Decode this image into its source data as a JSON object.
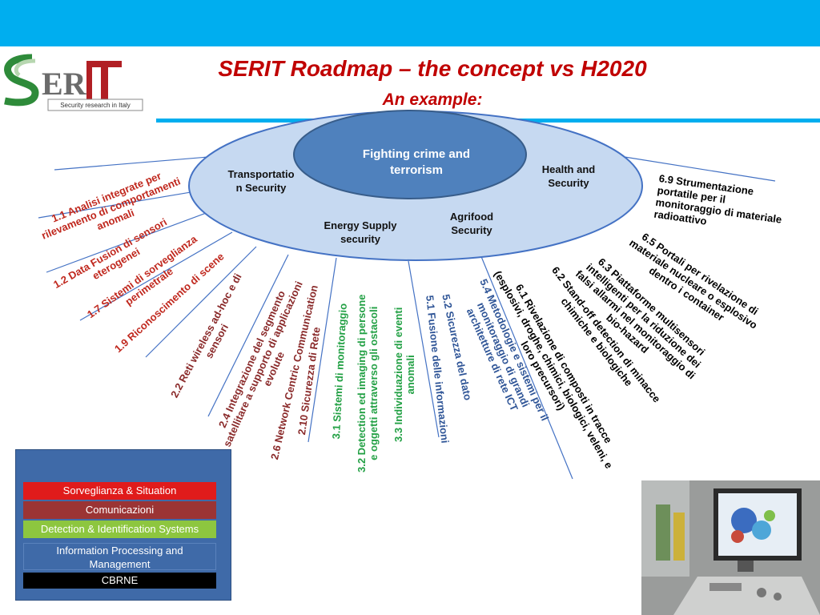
{
  "header": {
    "title": "SERIT Roadmap – the concept vs H2020",
    "subtitle": "An example:"
  },
  "logo": {
    "tagline": "Security research in Italy",
    "letters": "SERIT"
  },
  "colors": {
    "top_bar": "#00aeef",
    "ellipse_fill": "#c6d9f1",
    "ellipse_stroke": "#4472c4",
    "center_fill": "#4f81bd",
    "title_red": "#c00000"
  },
  "diagram": {
    "center": "Fighting crime and terrorism",
    "sectors": {
      "transportation": "Transportatio\nn Security",
      "health": "Health and\nSecurity",
      "energy": "Energy Supply\nsecurity",
      "agrifood": "Agrifood\nSecurity"
    },
    "labels": {
      "l11": "1.1 Analisi integrate per\nrilevamento di comportamenti\nanomali",
      "l12": "1.2 Data Fusion di sensori\neterogenei",
      "l17": "1.7 Sistemi di sorveglianza\nperimetrale",
      "l19": "1.9 Riconoscimento di scene",
      "l22": "2.2 Reti wireless ad-hoc e di\nsensori",
      "l24": "2.4 Integrazione del segmento\nsatellitare a supporto di applicazioni\nevolute",
      "l26": "2.6 Network Centric Communication",
      "l210": "2.10 Sicurezza di Rete",
      "l31": "3.1 Sistemi di monitoraggio",
      "l32": "3.2 Detection ed imaging di persone\ne oggetti attraverso gli ostacoli",
      "l33": "3.3 Individuazione di eventi\nanomali",
      "l51": "5.1 Fusione delle informazioni",
      "l52": "5.2 Sicurezza del dato",
      "l54": "5.4 Metodologie e sistemi per il\nmonitoraggio di grandi\narchitetture di rete ICT",
      "l61": "6.1 Rivelazione di composti in tracce\n(esplosivi, droghe, chimici, biologici, veleni, e\nloro precursori)",
      "l62": "6.2 Stand-off detection di minacce\nchimiche e biologiche",
      "l63": "6.3 Piattaforme multisensori\nintelligenti per la riduzione dei\nfalsi allarmi nel monitoraggio di\nbio-hazard",
      "l65": "6.5 Portali per rivelazione di\nmateriale nucleare o esplosivo\ndentro i container",
      "l69": "6.9 Strumentazione\nportatile per il\nmonitoraggio di materiale\nradioattivo"
    }
  },
  "legend": {
    "items": [
      {
        "label": "Sorveglianza & Situation",
        "color": "#e01b1b"
      },
      {
        "label": "Comunicazioni",
        "color": "#9b3434"
      },
      {
        "label": "Detection & Identification Systems",
        "color": "#8dc63f"
      },
      {
        "label": "Information Processing and\nManagement",
        "color": "#3f6aa8"
      },
      {
        "label": "CBRNE",
        "color": "#000000"
      }
    ]
  }
}
